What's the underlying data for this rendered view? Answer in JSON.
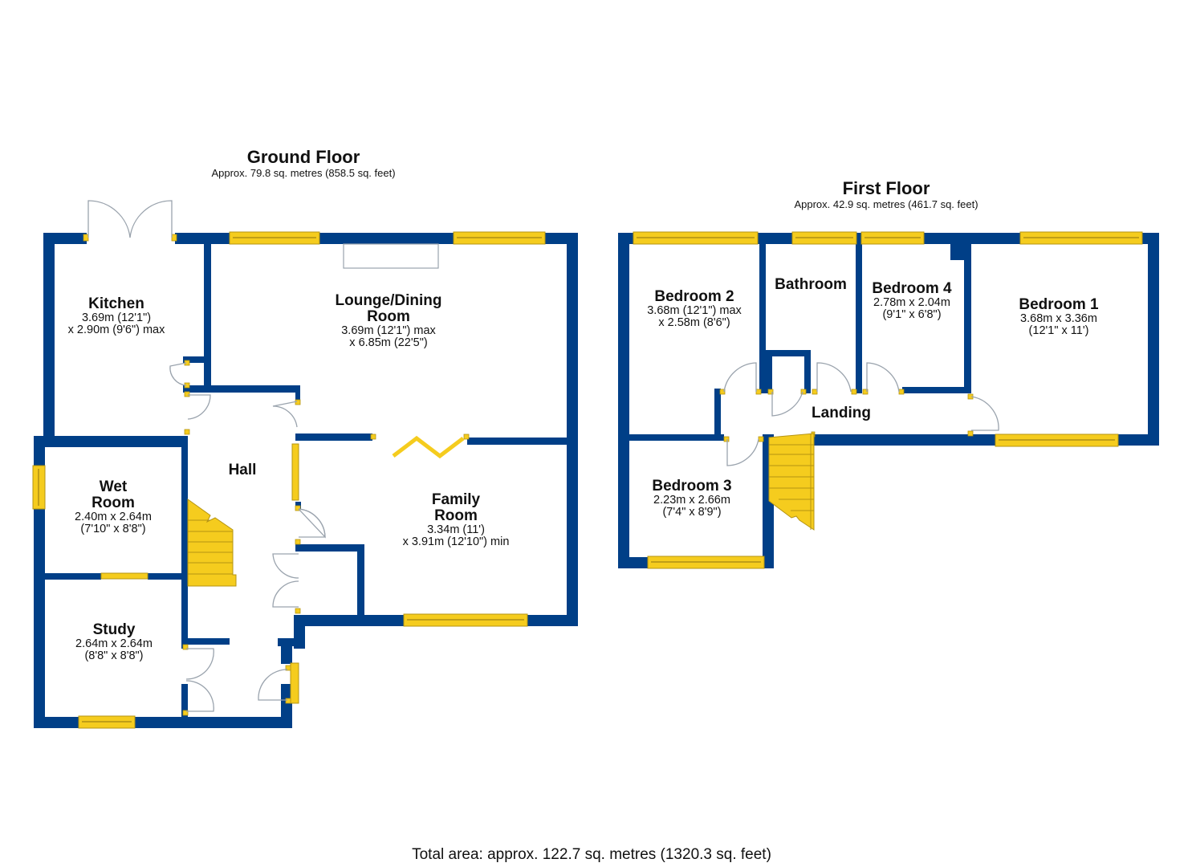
{
  "colors": {
    "wall": "#003f87",
    "window": "#f5cc1e",
    "door_arc": "#9aa3ad",
    "background": "#ffffff"
  },
  "ground_floor": {
    "title": "Ground Floor",
    "area": "Approx. 79.8 sq. metres (858.5 sq. feet)",
    "rooms": [
      {
        "id": "kitchen",
        "name": "Kitchen",
        "dims": [
          "3.69m (12'1\")",
          "x 2.90m (9'6\") max"
        ]
      },
      {
        "id": "lounge-dining",
        "name_lines": [
          "Lounge/Dining",
          "Room"
        ],
        "dims": [
          "3.69m (12'1\") max",
          "x 6.85m (22'5\")"
        ]
      },
      {
        "id": "hall",
        "name": "Hall",
        "dims": []
      },
      {
        "id": "wet-room",
        "name_lines": [
          "Wet",
          "Room"
        ],
        "dims": [
          "2.40m x 2.64m",
          "(7'10\" x 8'8\")"
        ]
      },
      {
        "id": "family-room",
        "name_lines": [
          "Family",
          "Room"
        ],
        "dims": [
          "3.34m (11')",
          "x 3.91m (12'10\") min"
        ]
      },
      {
        "id": "study",
        "name": "Study",
        "dims": [
          "2.64m x 2.64m",
          "(8'8\" x 8'8\")"
        ]
      }
    ]
  },
  "first_floor": {
    "title": "First Floor",
    "area": "Approx. 42.9 sq. metres (461.7 sq. feet)",
    "rooms": [
      {
        "id": "bedroom-2",
        "name": "Bedroom 2",
        "dims": [
          "3.68m (12'1\") max",
          "x 2.58m (8'6\")"
        ]
      },
      {
        "id": "bathroom",
        "name": "Bathroom",
        "dims": []
      },
      {
        "id": "bedroom-4",
        "name": "Bedroom 4",
        "dims": [
          "2.78m x 2.04m",
          "(9'1\" x 6'8\")"
        ]
      },
      {
        "id": "bedroom-1",
        "name": "Bedroom 1",
        "dims": [
          "3.68m x 3.36m",
          "(12'1\" x 11')"
        ]
      },
      {
        "id": "landing",
        "name": "Landing",
        "dims": []
      },
      {
        "id": "bedroom-3",
        "name": "Bedroom 3",
        "dims": [
          "2.23m x 2.66m",
          "(7'4\" x 8'9\")"
        ]
      }
    ]
  },
  "total_area": "Total area: approx. 122.7 sq. metres (1320.3 sq. feet)"
}
